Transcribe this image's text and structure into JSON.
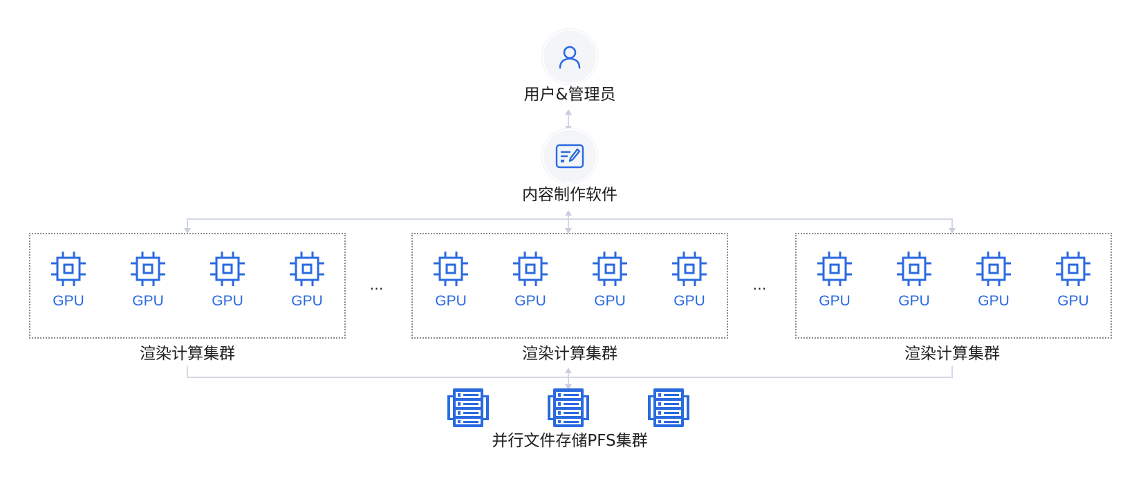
{
  "user_node": {
    "label": "用户&管理员",
    "icon": "user-icon"
  },
  "software_node": {
    "label": "内容制作软件",
    "icon": "edit-document-icon"
  },
  "clusters": [
    {
      "label": "渲染计算集群",
      "gpus": [
        "GPU",
        "GPU",
        "GPU",
        "GPU"
      ]
    },
    {
      "label": "渲染计算集群",
      "gpus": [
        "GPU",
        "GPU",
        "GPU",
        "GPU"
      ]
    },
    {
      "label": "渲染计算集群",
      "gpus": [
        "GPU",
        "GPU",
        "GPU",
        "GPU"
      ]
    }
  ],
  "ellipses": [
    "…",
    "…"
  ],
  "storage": {
    "label": "并行文件存储PFS集群",
    "servers": 3,
    "icon": "server-rack-icon"
  },
  "colors": {
    "accent": "#2a6ae0",
    "connector": "#d3d8e6",
    "text": "#1f1f1f",
    "dotted_border": "#8a8a8a"
  }
}
